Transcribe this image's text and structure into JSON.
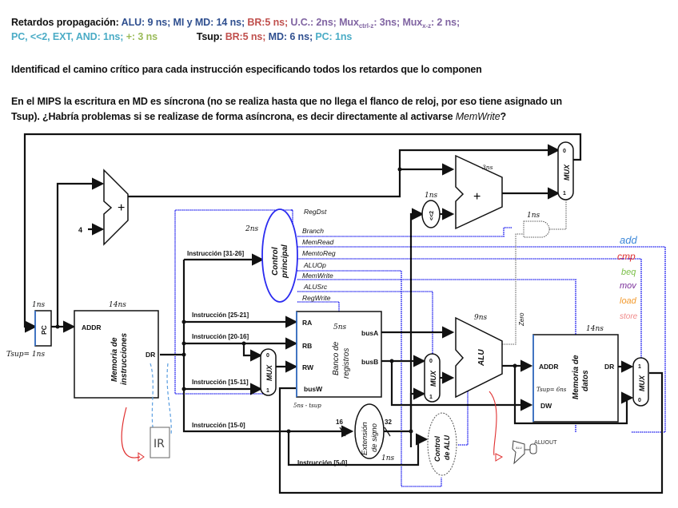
{
  "header": {
    "line1": {
      "label": "Retardos propagación:",
      "alu": "ALU: 9 ns;",
      "mi_md": "MI y MD: 14 ns;",
      "br": "BR:5 ns;",
      "uc": "U.C.: 2ns;",
      "mux_ctrl": "Mux",
      "mux_ctrl_sub": "ctrl-z",
      "mux_ctrl_val": ": 3ns;",
      "mux_x": "Mux",
      "mux_x_sub": "x-z",
      "mux_x_val": ": 2 ns;"
    },
    "line2": {
      "misc": "PC, <<2, EXT, AND: 1ns;",
      "plus": "+: 3 ns",
      "tsup_label": "Tsup:",
      "tsup_br": "BR:5 ns;",
      "tsup_md": "MD: 6 ns;",
      "tsup_pc": "PC: 1ns"
    },
    "colors": {
      "black": "#111111",
      "navy": "#2f4f8f",
      "red": "#c0504d",
      "purple": "#8064a2",
      "teal": "#4bacc6",
      "green": "#9bbb59"
    }
  },
  "questions": {
    "q1": "Identificad el camino crítico para cada instrucción especificando todos los retardos que lo componen",
    "q2_line1": "En el MIPS la escritura en MD es síncrona (no se realiza hasta que no llega el flanco de reloj, por eso tiene asignado un",
    "q2_line2_pre": "Tsup). ¿Habría problemas si se realizase de forma asíncrona, es decir directamente al activarse ",
    "q2_line2_em": "MemWrite",
    "q2_line2_post": "?"
  },
  "diagram": {
    "pc": {
      "label": "PC",
      "delay": "1ns",
      "tsup": "Tsup= 1ns"
    },
    "adder_pc": {
      "symbol": "+",
      "const": "4"
    },
    "imem": {
      "title_l1": "Memoria de",
      "title_l2": "instrucciones",
      "addr": "ADDR",
      "dr": "DR",
      "delay": "14ns"
    },
    "ir": {
      "label": "IR"
    },
    "control": {
      "title_l1": "Control",
      "title_l2": "principal",
      "delay": "2ns",
      "signals": [
        "RegDst",
        "Branch",
        "MemRead",
        "MemtoReg",
        "ALUOp",
        "MemWrite",
        "ALUSrc",
        "RegWrite"
      ]
    },
    "instr_fields": {
      "f31_26": "Instrucción [31-26]",
      "f25_21": "Instrucción [25-21]",
      "f20_16": "Instrucción [20-16]",
      "f15_11": "Instrucción [15-11]",
      "f15_0": "Instrucción [15-0]",
      "f5_0": "Instrucción [5-0]"
    },
    "regfile": {
      "title_l1": "Banco de",
      "title_l2": "registros",
      "ra": "RA",
      "rb": "RB",
      "rw": "RW",
      "busw": "busW",
      "busa": "busA",
      "busb": "busB",
      "delay": "5ns",
      "tsup": "5ns - tsup"
    },
    "mux_regdst": {
      "label": "MUX",
      "in0": "0",
      "in1": "1"
    },
    "signext": {
      "title_l1": "Extensión",
      "title_l2": "de signo",
      "in_bits": "16",
      "out_bits": "32",
      "delay": "1ns"
    },
    "shift": {
      "label": "<<2",
      "delay": "1ns"
    },
    "adder_branch": {
      "symbol": "+",
      "delay": "3ns"
    },
    "mux_pc": {
      "label": "MUX",
      "in0": "0",
      "in1": "1"
    },
    "and_gate": {
      "delay": "1ns"
    },
    "mux_alusrc": {
      "label": "MUX",
      "in0": "0",
      "in1": "1"
    },
    "alu": {
      "label": "ALU",
      "delay": "9ns",
      "zero": "Zero"
    },
    "alu_control": {
      "title_l1": "Control",
      "title_l2": "de ALU"
    },
    "dmem": {
      "title_l1": "Memoria de",
      "title_l2": "datos",
      "addr": "ADDR",
      "dr": "DR",
      "dw": "DW",
      "delay": "14ns",
      "tsup": "Tsup= 6ns"
    },
    "mux_memtoreg": {
      "label": "MUX",
      "in0": "0",
      "in1": "1"
    },
    "aluout_note": {
      "label": "ALUOUT",
      "alu": "ALU"
    },
    "legend": [
      {
        "label": "add",
        "color": "#3a86d8"
      },
      {
        "label": "cmp",
        "color": "#e03030"
      },
      {
        "label": "beq",
        "color": "#7cc04a"
      },
      {
        "label": "mov",
        "color": "#7a2f9a"
      },
      {
        "label": "load",
        "color": "#f29a2e"
      },
      {
        "label": "store",
        "color": "#f08a8a"
      }
    ]
  }
}
